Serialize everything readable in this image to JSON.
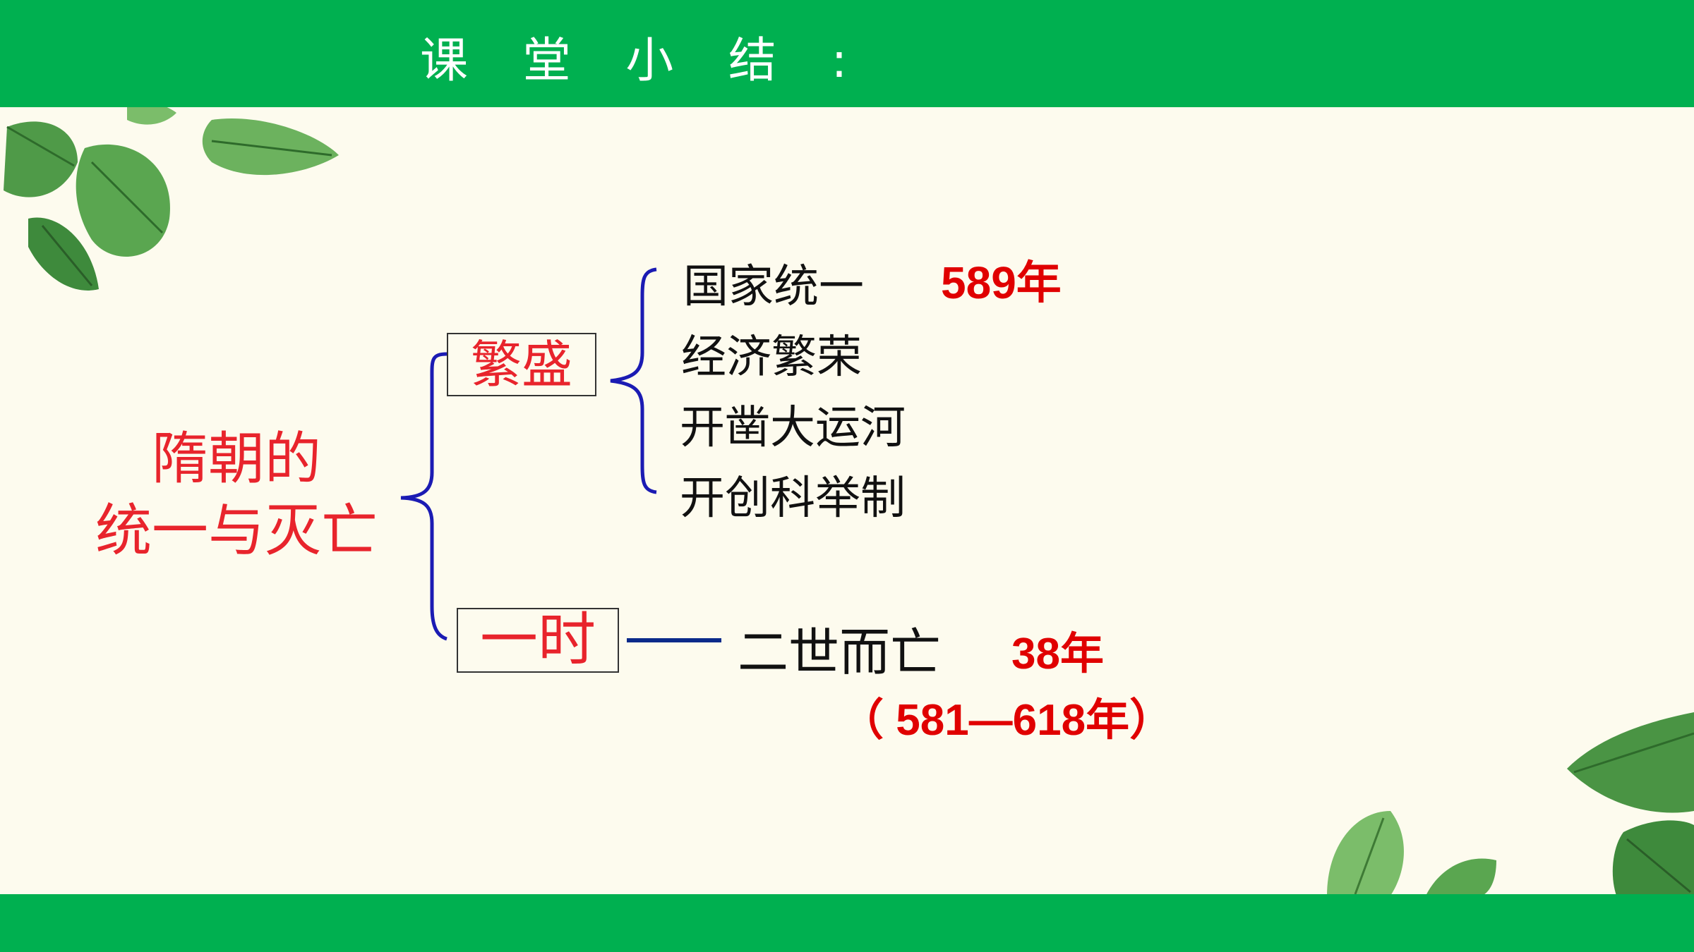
{
  "header": {
    "title": "课 堂 小 结 :"
  },
  "diagram": {
    "main_topic_line1": "隋朝的",
    "main_topic_line2": "统一与灭亡",
    "prosperity": {
      "label": "繁盛",
      "items": [
        "国家统一",
        "经济繁荣",
        "开凿大运河",
        "开创科举制"
      ],
      "note": "589年"
    },
    "brief": {
      "label": "一时",
      "result": "二世而亡",
      "duration": "38年",
      "period": "（ 581—618年）"
    }
  },
  "colors": {
    "header_green": "#00b050",
    "background": "#fdfbee",
    "accent_red": "#e8242c",
    "bracket_blue": "#1b1bb3",
    "connector_navy": "#0a2a8a"
  },
  "icons": [
    "leaf-cluster-top-left",
    "leaf-cluster-bottom-right"
  ]
}
